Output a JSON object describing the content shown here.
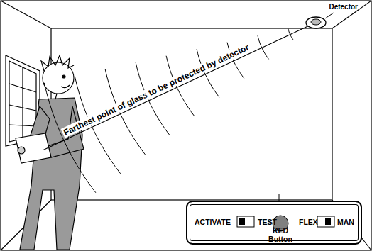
{
  "diagram": {
    "nodes": [
      {
        "text": [
          "Detector"
        ]
      },
      {
        "text": [
          "ACTIVATE",
          "TEST",
          "FLEX",
          "MAN"
        ]
      },
      {
        "text": [
          "RED Button"
        ],
        "in": 1
      }
    ],
    "labels": [
      "Farthest point of glass to be protected by detector"
    ]
  }
}
